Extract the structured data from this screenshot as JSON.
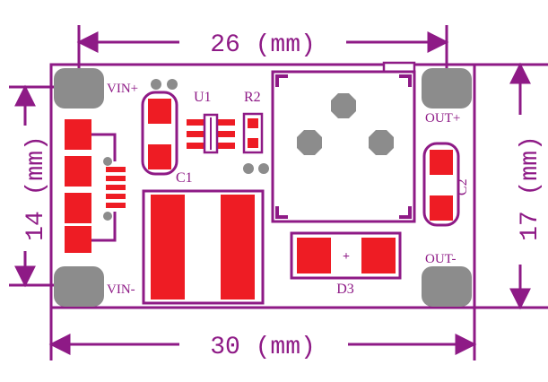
{
  "colors": {
    "silkscreen": "#8e1a86",
    "copper_pad": "#ee1c24",
    "mounting_pad": "#8c8c8c",
    "board": "#ffffff"
  },
  "dimensions": {
    "top": "26 (mm)",
    "bottom": "30 (mm)",
    "left": "14 (mm)",
    "right": "17 (mm)"
  },
  "labels": {
    "vin_plus": "VIN+",
    "vin_minus": "VIN-",
    "out_plus": "OUT+",
    "out_minus": "OUT-",
    "u1": "U1",
    "r2": "R2",
    "c1": "C1",
    "c2": "C2",
    "d3": "D3",
    "polarity": "+"
  }
}
